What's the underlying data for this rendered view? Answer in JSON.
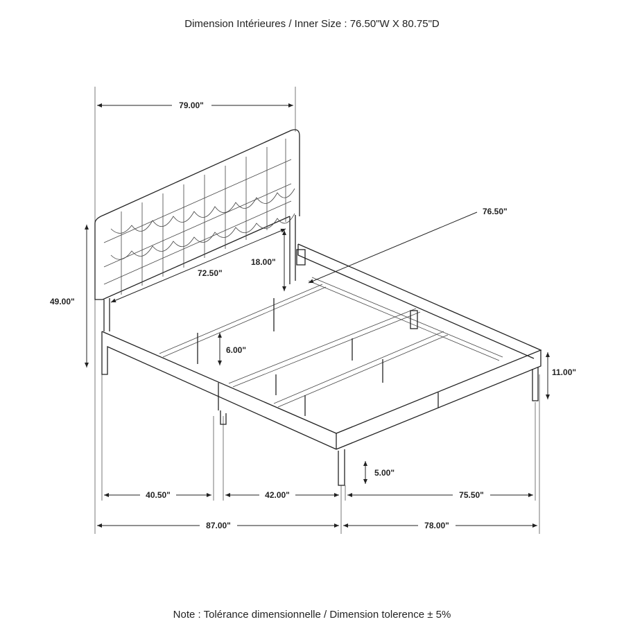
{
  "title": "Dimension Intérieures / Inner Size : 76.50\"W X 80.75\"D",
  "note": "Note : Tolérance dimensionnelle / Dimension tolerence  ± 5%",
  "dimensions": {
    "headboard_width": "79.00\"",
    "inner_width": "76.50\"",
    "headboard_height_above_rail": "18.00\"",
    "headboard_inner_width": "72.50\"",
    "total_height": "49.00\"",
    "rail_depth": "6.00\"",
    "rail_height": "11.00\"",
    "leg_height": "5.00\"",
    "left_segment": "40.50\"",
    "middle_segment": "42.00\"",
    "right_segment": "75.50\"",
    "total_length": "87.00\"",
    "total_width": "78.00\""
  }
}
